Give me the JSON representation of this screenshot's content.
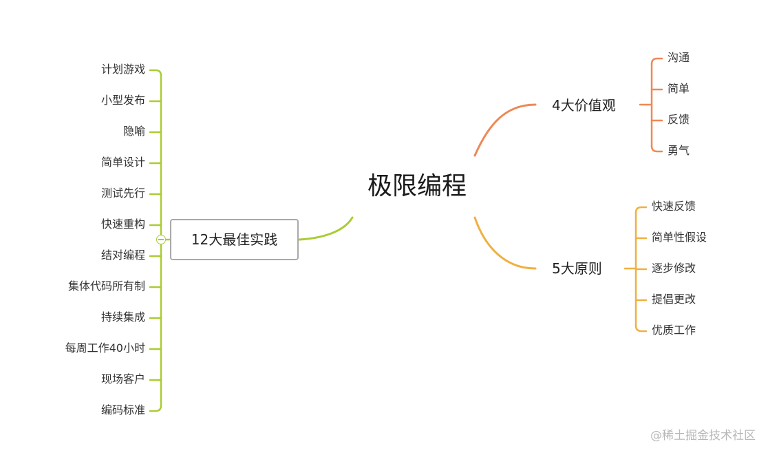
{
  "root": {
    "label": "极限编程"
  },
  "branches": {
    "values": {
      "label": "4大价值观",
      "color": "#ee8855",
      "items": [
        "沟通",
        "简单",
        "反馈",
        "勇气"
      ]
    },
    "principles": {
      "label": "5大原则",
      "color": "#f0b040",
      "items": [
        "快速反馈",
        "简单性假设",
        "逐步修改",
        "提倡更改",
        "优质工作"
      ]
    },
    "practices": {
      "label": "12大最佳实践",
      "color": "#aacc33",
      "items": [
        "计划游戏",
        "小型发布",
        "隐喻",
        "简单设计",
        "测试先行",
        "快速重构",
        "结对编程",
        "集体代码所有制",
        "持续集成",
        "每周工作40小时",
        "现场客户",
        "编码标准"
      ]
    }
  },
  "icons": {
    "collapse": "collapse-minus-icon"
  },
  "watermark": "@稀土掘金技术社区"
}
